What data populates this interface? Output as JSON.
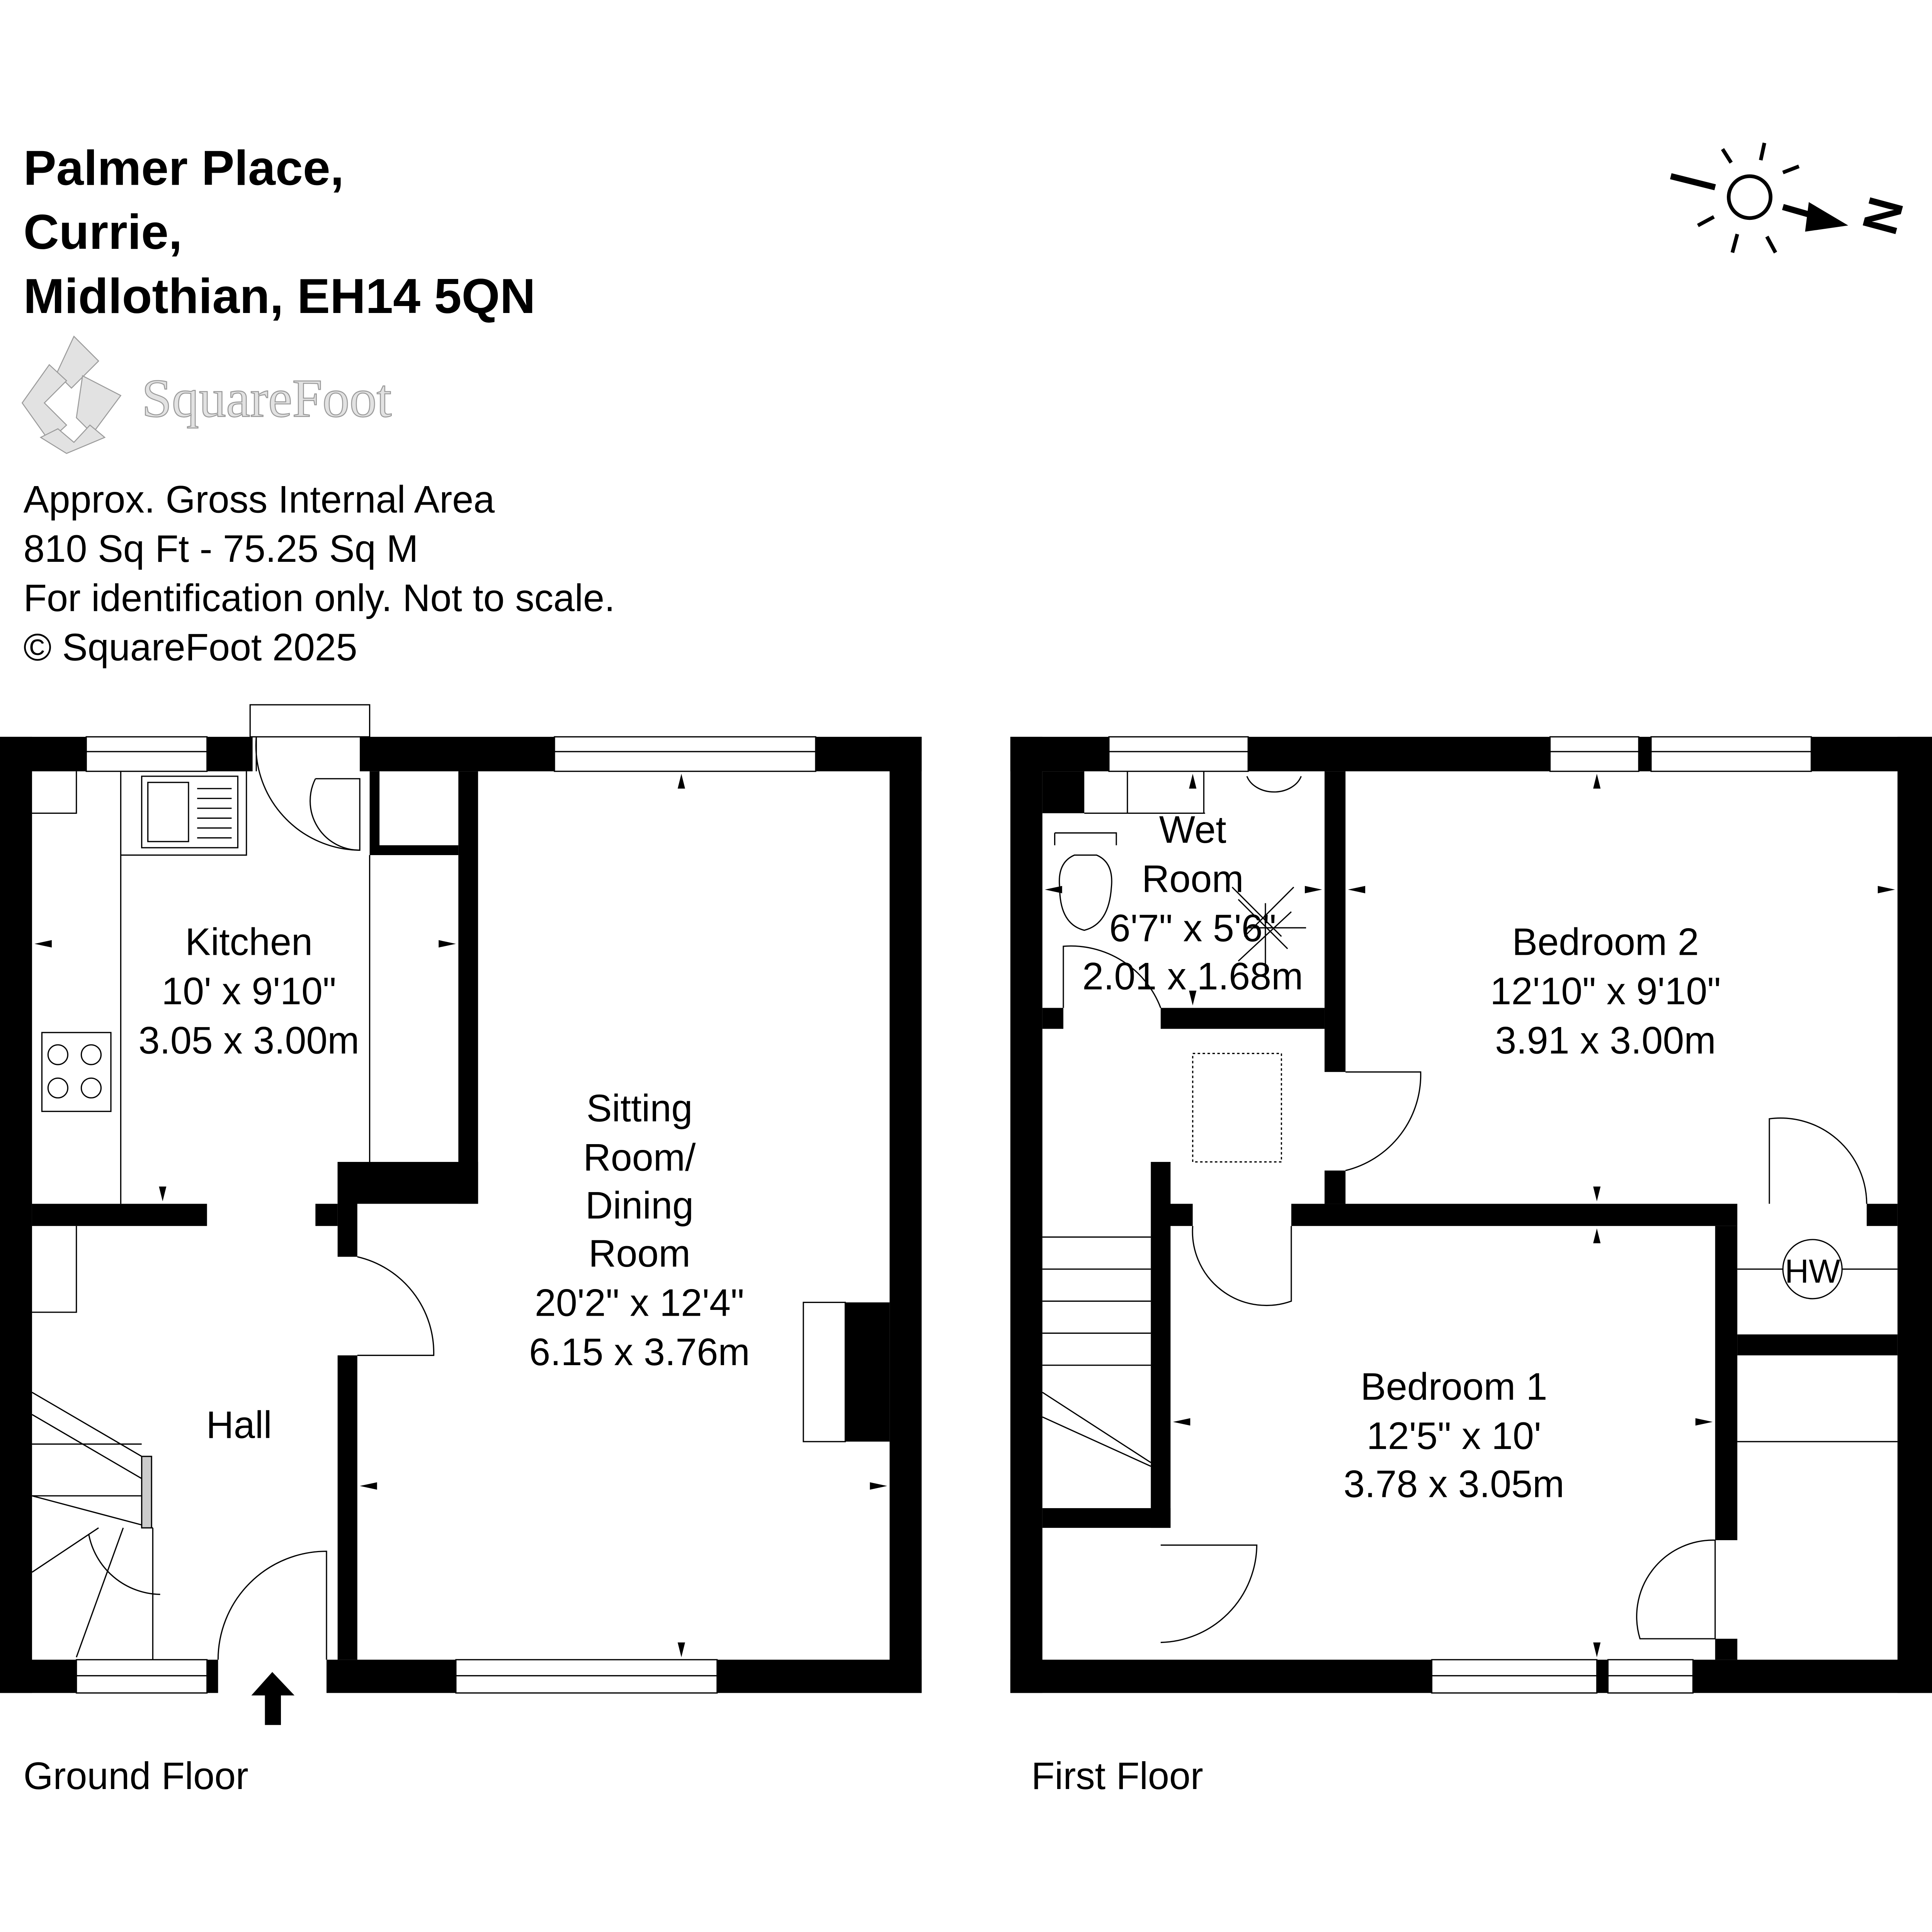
{
  "header": {
    "address_lines": [
      "Palmer Place,",
      "Currie,",
      "Midlothian, EH14 5QN"
    ],
    "logo_text": "SquareFoot"
  },
  "info": {
    "lines": [
      "Approx. Gross Internal Area",
      "810 Sq Ft  -  75.25 Sq M",
      "For identification only. Not to scale.",
      "© SquareFoot 2025"
    ]
  },
  "compass": {
    "label": "N"
  },
  "ground_floor": {
    "label": "Ground Floor",
    "rooms": {
      "kitchen": {
        "name": [
          "Kitchen"
        ],
        "imperial": "10' x 9'10\"",
        "metric": "3.05 x 3.00m"
      },
      "sitting": {
        "name": [
          "Sitting",
          "Room/",
          "Dining",
          "Room"
        ],
        "imperial": "20'2\" x 12'4\"",
        "metric": "6.15 x 3.76m"
      },
      "hall": {
        "name": [
          "Hall"
        ]
      }
    }
  },
  "first_floor": {
    "label": "First Floor",
    "rooms": {
      "wet_room": {
        "name": [
          "Wet",
          "Room"
        ],
        "imperial": "6'7\" x 5'6\"",
        "metric": "2.01 x 1.68m"
      },
      "bedroom2": {
        "name": [
          "Bedroom 2"
        ],
        "imperial": "12'10\" x 9'10\"",
        "metric": "3.91 x 3.00m"
      },
      "bedroom1": {
        "name": [
          "Bedroom 1"
        ],
        "imperial": "12'5\" x 10'",
        "metric": "3.78 x 3.05m"
      },
      "hw": {
        "name": [
          "HW"
        ]
      }
    }
  }
}
